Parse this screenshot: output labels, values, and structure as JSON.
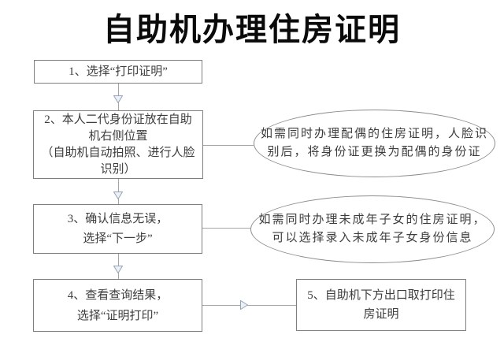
{
  "title": "自助机办理住房证明",
  "steps": {
    "s1": {
      "lines": [
        "1、选择“打印证明”"
      ]
    },
    "s2": {
      "lines": [
        "2、本人二代身份证放在自助",
        "机右侧位置",
        "（自助机自动拍照、进行人脸",
        "识别）"
      ]
    },
    "s3": {
      "lines": [
        "3、确认信息无误，",
        "选择“下一步”"
      ]
    },
    "s4": {
      "lines": [
        "4、查看查询结果，",
        "选择“证明打印”"
      ]
    },
    "s5": {
      "lines": [
        "5、自助机下方出口取打印住",
        "房证明"
      ]
    }
  },
  "notes": {
    "n1": {
      "lines": [
        "如需同时办理配偶的住房证明，人脸识",
        "别后，将身份证更换为配偶的身份证"
      ]
    },
    "n2": {
      "lines": [
        "如需同时办理未成年子女的住房证明，",
        "可以选择录入未成年子女身份信息"
      ]
    }
  },
  "colors": {
    "background": "#ffffff",
    "title_text": "#0a0a0a",
    "body_text": "#3d3d3d",
    "box_border": "#7f7f7f",
    "ellipse_border": "#8c8c8c",
    "connector_line": "#a6a6a6",
    "arrow_stroke": "#94a3ba",
    "arrow_fill": "#edf1f6"
  }
}
